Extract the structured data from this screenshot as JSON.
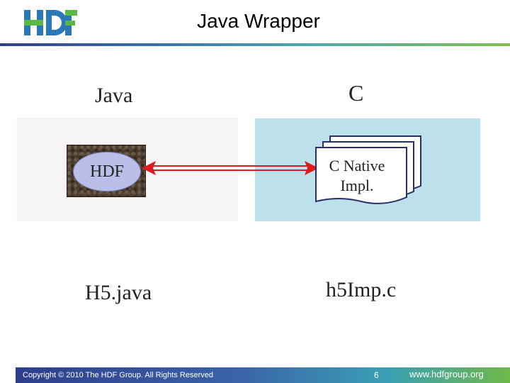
{
  "header": {
    "logo_text": "HDF",
    "title": "Java Wrapper"
  },
  "diagram": {
    "left_heading": "Java",
    "right_heading": "C",
    "hdf_object_label": "HDF",
    "native_impl_line1": "C Native",
    "native_impl_line2": "Impl.",
    "left_file": "H5.java",
    "right_file": "h5Imp.c",
    "connector": "bidirectional-arrow"
  },
  "footer": {
    "copyright": "Copyright © 2010 The HDF Group. All Rights Reserved",
    "page_number": "6",
    "url": "www.hdfgroup.org"
  },
  "colors": {
    "java_panel": "#f6f4f4",
    "c_panel": "#bce1ea",
    "arrow": "#e0191c",
    "hdf_ellipse": "#b9bfe8",
    "logo_blue": "#2a78b8",
    "logo_green": "#5cb845"
  }
}
